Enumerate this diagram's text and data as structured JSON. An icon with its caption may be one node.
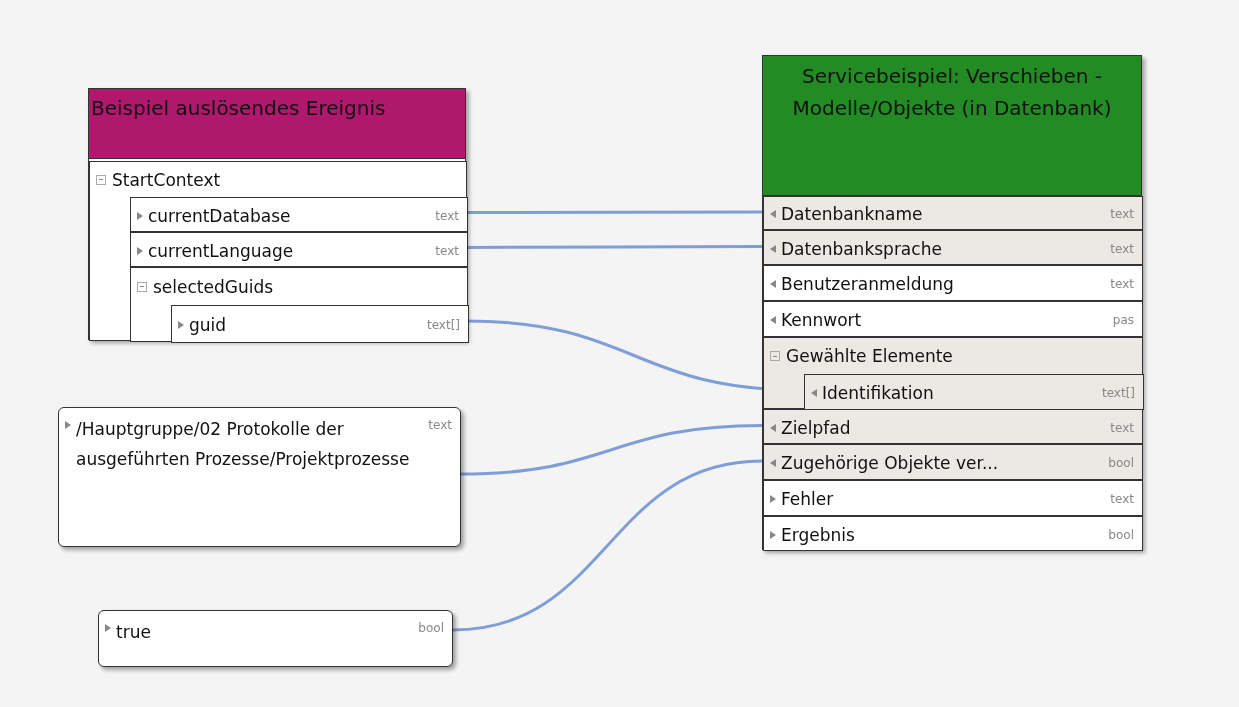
{
  "diagram": {
    "nodes": [
      {
        "text": [
          "Beispiel auslösendes Ereignis"
        ]
      },
      {
        "text": [
          "StartContext"
        ],
        "in": 0
      },
      {
        "text": [
          "currentDatabase",
          "text"
        ],
        "in": 1
      },
      {
        "text": [
          "currentLanguage",
          "text"
        ],
        "in": 1
      },
      {
        "text": [
          "selectedGuids"
        ],
        "in": 1
      },
      {
        "text": [
          "guid",
          "text[]"
        ],
        "in": 4
      },
      {
        "text": [
          "Servicebeispiel: Verschieben - Modelle/Objekte (in Datenbank)"
        ]
      },
      {
        "text": [
          "Datenbankname",
          "text"
        ],
        "in": 6
      },
      {
        "text": [
          "Datenbanksprache",
          "text"
        ],
        "in": 6
      },
      {
        "text": [
          "Benutzeranmeldung",
          "text"
        ],
        "in": 6
      },
      {
        "text": [
          "Kennwort",
          "pas"
        ],
        "in": 6
      },
      {
        "text": [
          "Gewählte Elemente"
        ],
        "in": 6
      },
      {
        "text": [
          "Identifikation",
          "text[]"
        ],
        "in": 11
      },
      {
        "text": [
          "Zielpfad",
          "text"
        ],
        "in": 6
      },
      {
        "text": [
          "Zugehörige Objekte ver...",
          "bool"
        ],
        "in": 6
      },
      {
        "text": [
          "Fehler",
          "text"
        ],
        "in": 6
      },
      {
        "text": [
          "Ergebnis",
          "bool"
        ],
        "in": 6
      },
      {
        "text": [
          "/Hauptgruppe/02 Protokolle der ausgeführten Prozesse/Projektprozesse",
          "text"
        ]
      },
      {
        "text": [
          "true",
          "bool"
        ]
      }
    ],
    "edges": [
      {
        "from": 2,
        "to": 7,
        "arrow": "none"
      },
      {
        "from": 3,
        "to": 8,
        "arrow": "none"
      },
      {
        "from": 5,
        "to": 12,
        "arrow": "none"
      },
      {
        "from": 17,
        "to": 13,
        "arrow": "none"
      },
      {
        "from": 18,
        "to": 14,
        "arrow": "none"
      }
    ]
  }
}
